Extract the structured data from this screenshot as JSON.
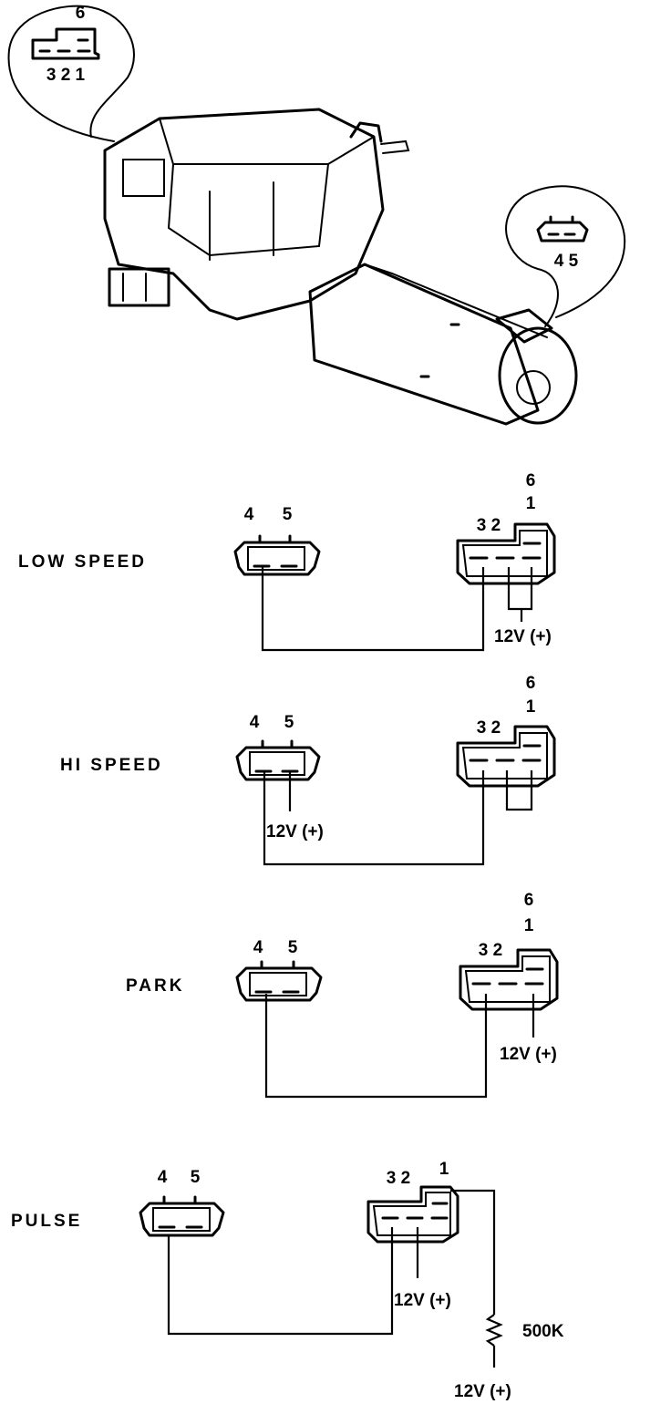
{
  "overview": {
    "main_connector_pins": {
      "top": "6",
      "bottom": "3 2 1"
    },
    "motor_connector_pins": "4 5"
  },
  "wiring": [
    {
      "mode": "LOW SPEED",
      "left_pins": [
        "4",
        "5"
      ],
      "right_pins_top": [
        "6",
        "1"
      ],
      "right_pins_row": "3 2",
      "supply": "12V (+)"
    },
    {
      "mode": "HI SPEED",
      "left_pins": [
        "4",
        "5"
      ],
      "right_pins_top": [
        "6",
        "1"
      ],
      "right_pins_row": "3 2",
      "supply": "12V (+)"
    },
    {
      "mode": "PARK",
      "left_pins": [
        "4",
        "5"
      ],
      "right_pins_top": [
        "6",
        "1"
      ],
      "right_pins_row": "3 2",
      "supply": "12V (+)"
    },
    {
      "mode": "PULSE",
      "left_pins": [
        "4",
        "5"
      ],
      "right_pins_top": [
        "1"
      ],
      "right_pins_row": "3 2",
      "supply": "12V (+)",
      "resistor": "500K",
      "resistor_supply": "12V (+)"
    }
  ]
}
